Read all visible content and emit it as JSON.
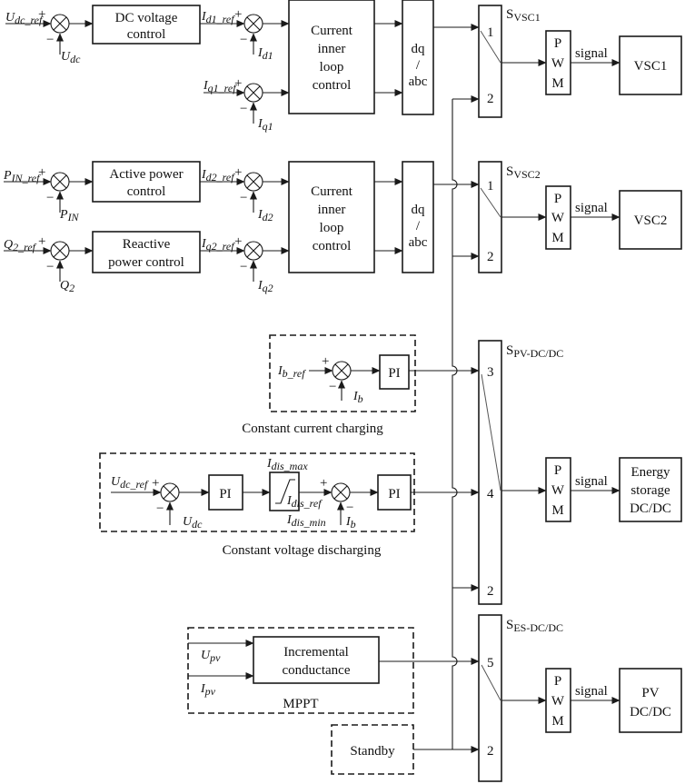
{
  "blocks": {
    "dc_voltage": [
      "DC voltage",
      "control"
    ],
    "current_loop": [
      "Current",
      "inner",
      "loop",
      "control"
    ],
    "dqabc": [
      "dq",
      "/",
      "abc"
    ],
    "active_power": [
      "Active power",
      "control"
    ],
    "reactive_power": [
      "Reactive",
      "power control"
    ],
    "pi": "PI",
    "pwm": [
      "P",
      "W",
      "M"
    ],
    "signal": "signal",
    "vsc1": "VSC1",
    "vsc2": "VSC2",
    "energy_storage": [
      "Energy",
      "storage",
      "DC/DC"
    ],
    "pv": [
      "PV",
      "DC/DC"
    ],
    "incremental": [
      "Incremental",
      "conductance"
    ],
    "standby": "Standby"
  },
  "switches": {
    "s1": {
      "main": "S",
      "sub": "VSC1",
      "ports": [
        "1",
        "2"
      ]
    },
    "s2": {
      "main": "S",
      "sub": "VSC2",
      "ports": [
        "1",
        "2"
      ]
    },
    "s3": {
      "main": "S",
      "sub": "PV-DC/DC",
      "ports": [
        "3",
        "4",
        "2"
      ]
    },
    "s4": {
      "main": "S",
      "sub": "ES-DC/DC",
      "ports": [
        "5",
        "2"
      ]
    }
  },
  "captions": {
    "cc": "Constant current charging",
    "cv": "Constant voltage discharging",
    "mppt": "MPPT"
  },
  "signs": {
    "plus": "+",
    "minus": "−"
  },
  "labels": {
    "udc_ref": {
      "b": "U",
      "s": "dc_ref"
    },
    "udc": {
      "b": "U",
      "s": "dc"
    },
    "id1_ref": {
      "b": "I",
      "s": "d1_ref"
    },
    "id1": {
      "b": "I",
      "s": "d1"
    },
    "iq1_ref": {
      "b": "I",
      "s": "q1_ref"
    },
    "iq1": {
      "b": "I",
      "s": "q1"
    },
    "pin_ref": {
      "b": "P",
      "s": "IN_ref"
    },
    "pin": {
      "b": "P",
      "s": "IN"
    },
    "id2_ref": {
      "b": "I",
      "s": "d2_ref"
    },
    "id2": {
      "b": "I",
      "s": "d2"
    },
    "q2_ref": {
      "b": "Q",
      "s": "2_ref"
    },
    "q2": {
      "b": "Q",
      "s": "2"
    },
    "iq2_ref": {
      "b": "I",
      "s": "q2_ref"
    },
    "iq2": {
      "b": "I",
      "s": "q2"
    },
    "ib_ref": {
      "b": "I",
      "s": "b_ref"
    },
    "ib": {
      "b": "I",
      "s": "b"
    },
    "udc_ref2": {
      "b": "U",
      "s": "dc_ref"
    },
    "udc2": {
      "b": "U",
      "s": "dc"
    },
    "idis_max": {
      "b": "I",
      "s": "dis_max"
    },
    "idis_ref": {
      "b": "I",
      "s": "dis_ref"
    },
    "idis_min": {
      "b": "I",
      "s": "dis_min"
    },
    "ib2": {
      "b": "I",
      "s": "b"
    },
    "upv": {
      "b": "U",
      "s": "pv"
    },
    "ipv": {
      "b": "I",
      "s": "pv"
    }
  }
}
